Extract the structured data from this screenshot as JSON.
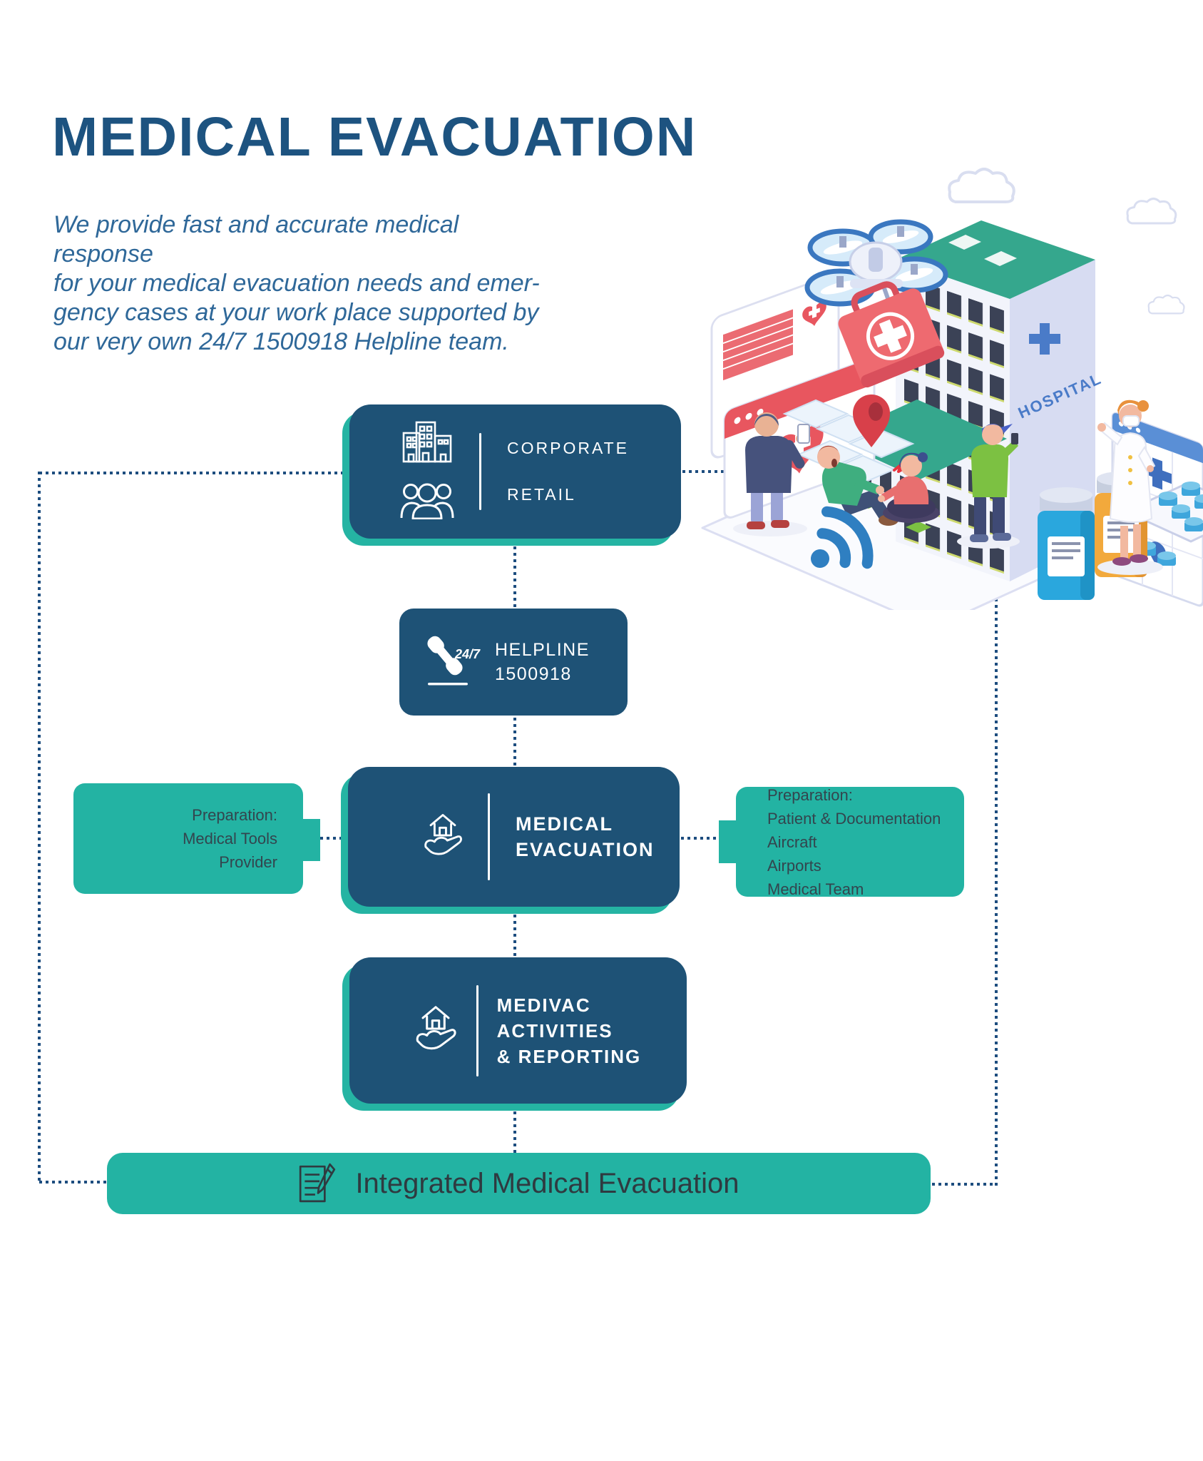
{
  "page": {
    "title": "MEDICAL EVACUATION",
    "intro": "We provide fast and accurate medical response\nfor your medical evacuation needs and emer-\ngency cases at your work place supported by\nour very own 24/7 1500918 Helpline team."
  },
  "colors": {
    "box_blue": "#1e5276",
    "teal": "#23b3a3",
    "title_blue": "#1d5380",
    "intro_blue": "#2f6899",
    "dot_blue": "#1d4d7f",
    "dark_text": "#33454e"
  },
  "flowchart": {
    "corporate_retail": {
      "labels": [
        "CORPORATE",
        "RETAIL"
      ],
      "icons": [
        "buildings-icon",
        "people-group-icon"
      ]
    },
    "helpline": {
      "icon_label": "24/7",
      "label": "HELPLINE\n1500918"
    },
    "medical_evacuation": {
      "label": "MEDICAL\nEVACUATION"
    },
    "prep_left": {
      "label": "Preparation:\nMedical Tools\nProvider"
    },
    "prep_right": {
      "label": "Preparation:\nPatient & Documentation\nAircraft\nAirports\nMedical Team"
    },
    "medivac": {
      "label": "MEDIVAC ACTIVITIES\n& REPORTING"
    },
    "integrated": {
      "label": "Integrated Medical Evacuation"
    }
  },
  "illustration": {
    "hospital_sign": "HOSPITAL"
  }
}
